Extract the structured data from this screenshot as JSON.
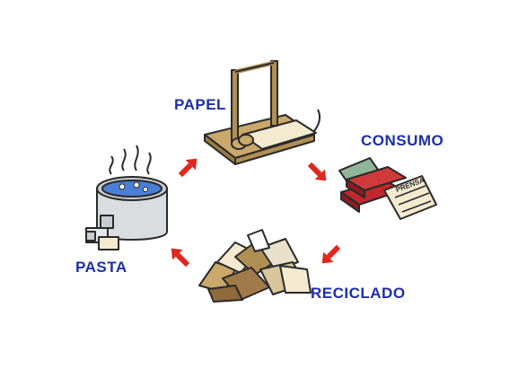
{
  "diagram": {
    "labels": {
      "papel": "PAPEL",
      "consumo": "CONSUMO",
      "reciclado": "RECICLADO",
      "pasta": "PASTA"
    },
    "newspaper_text": "PRENSA"
  },
  "colors": {
    "label": "#1c2fa8",
    "arrow": "#e0261d",
    "wood": "#c9a86a",
    "paper": "#f3ead0",
    "pot": "#d9dde0",
    "water": "#4a7fd6",
    "book_red": "#c1272d",
    "outline": "#2a2a2a"
  },
  "icons": [
    "paper-press-icon",
    "books-and-newspaper-icon",
    "waste-paper-pile-icon",
    "pulp-pot-icon",
    "cycle-arrow-icon"
  ]
}
